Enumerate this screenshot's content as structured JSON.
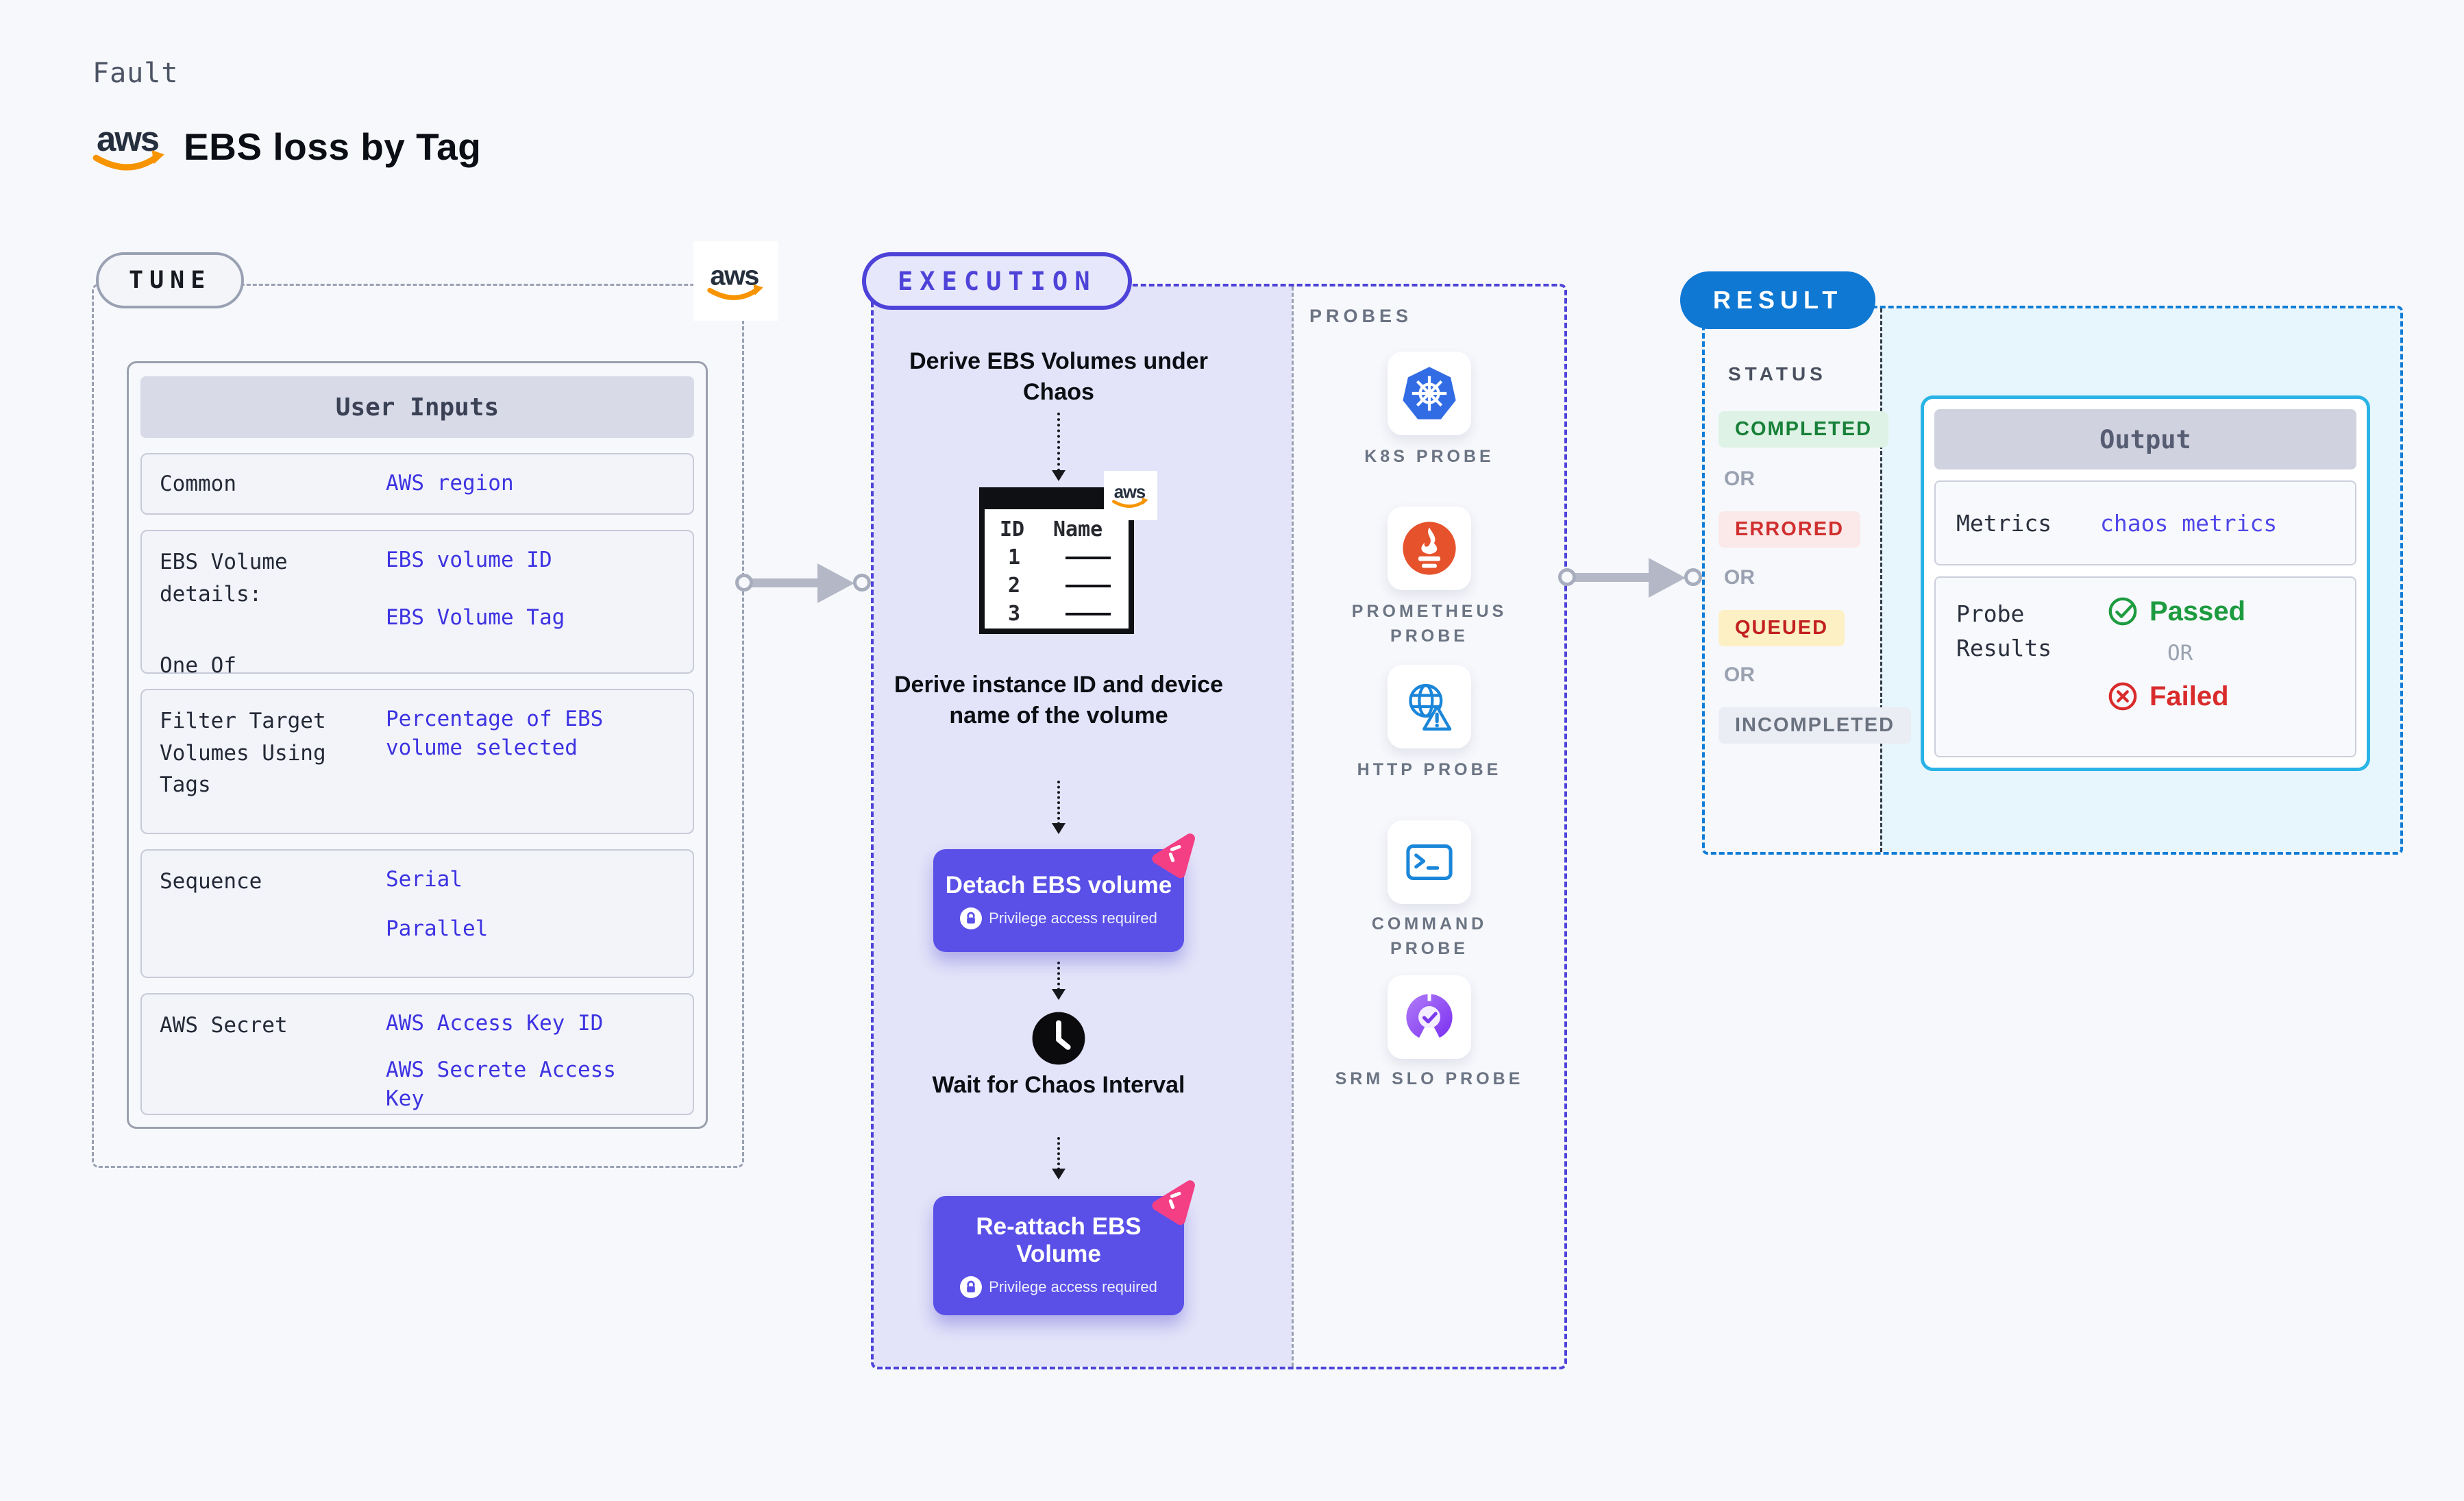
{
  "page": {
    "fault_label": "Fault",
    "title": "EBS loss by Tag"
  },
  "icons": {
    "aws_text": "aws",
    "names": [
      "aws-logo",
      "kubernetes-icon",
      "prometheus-icon",
      "globe-warning-icon",
      "terminal-icon",
      "slo-donut-icon",
      "clock-icon",
      "lock-icon",
      "litmus-chaos-icon",
      "table-icon"
    ]
  },
  "tune": {
    "label": "TUNE",
    "header": "User Inputs",
    "rows": [
      {
        "label": "Common",
        "values": [
          "AWS region"
        ]
      },
      {
        "label": "EBS Volume details:",
        "label2": "One Of",
        "values": [
          "EBS volume ID",
          "EBS Volume Tag"
        ]
      },
      {
        "label": "Filter Target Volumes Using Tags",
        "values": [
          "Percentage of EBS volume selected"
        ]
      },
      {
        "label": "Sequence",
        "values": [
          "Serial",
          "Parallel"
        ]
      },
      {
        "label": "AWS Secret",
        "values": [
          "AWS Access Key ID",
          "AWS Secrete Access Key"
        ]
      }
    ]
  },
  "execution": {
    "label": "EXECUTION",
    "steps": [
      "Derive EBS Volumes under Chaos",
      "Derive instance ID and device name of the volume",
      "Wait for Chaos Interval"
    ],
    "table": {
      "col_id": "ID",
      "col_name": "Name",
      "row_ids": [
        "1",
        "2",
        "3"
      ]
    },
    "actions": [
      {
        "title": "Detach EBS volume",
        "badge": "Privilege access required"
      },
      {
        "title": "Re-attach EBS Volume",
        "badge": "Privilege access required"
      }
    ]
  },
  "probes": {
    "label": "PROBES",
    "items": [
      {
        "label": "K8S PROBE",
        "icon": "kubernetes-icon"
      },
      {
        "label": "PROMETHEUS PROBE",
        "icon": "prometheus-icon"
      },
      {
        "label": "HTTP PROBE",
        "icon": "globe-warning-icon"
      },
      {
        "label": "COMMAND PROBE",
        "icon": "terminal-icon"
      },
      {
        "label": "SRM SLO PROBE",
        "icon": "slo-donut-icon"
      }
    ]
  },
  "result": {
    "label": "RESULT",
    "status_label": "STATUS",
    "or_label": "OR",
    "statuses": [
      {
        "text": "COMPLETED",
        "fg": "#188038",
        "bg": "#def3e5"
      },
      {
        "text": "ERRORED",
        "fg": "#d02f2f",
        "bg": "#fbe9e9"
      },
      {
        "text": "QUEUED",
        "fg": "#c3201f",
        "bg": "#fdf0c5"
      },
      {
        "text": "INCOMPLETED",
        "fg": "#6a7280",
        "bg": "#ebedf4"
      }
    ],
    "output": {
      "header": "Output",
      "metrics_label": "Metrics",
      "metrics_value": "chaos metrics",
      "probe_results_label": "Probe Results",
      "passed": "Passed",
      "or_label": "OR",
      "failed": "Failed"
    }
  },
  "colors": {
    "page_bg": "#f7f8fc",
    "execution_indigo": "#4e43d8",
    "execution_fill": "#e3e3f9",
    "action_button": "#5a50e8",
    "result_blue": "#0f78d3",
    "result_fill": "#e7f6fd",
    "output_border": "#2ab3e7",
    "value_blue": "#3d33e1",
    "metrics_blue": "#5148e9",
    "passed_green": "#1d9b3f",
    "failed_red": "#d92b2b",
    "litmus_pink": "#f43f85",
    "k8s_blue": "#326ce5",
    "prometheus_orange": "#e6522c",
    "http_blue": "#1a86d9",
    "srm_purple": "#7c3aed",
    "aws_orange": "#f79400",
    "aws_dark": "#252f3e"
  }
}
